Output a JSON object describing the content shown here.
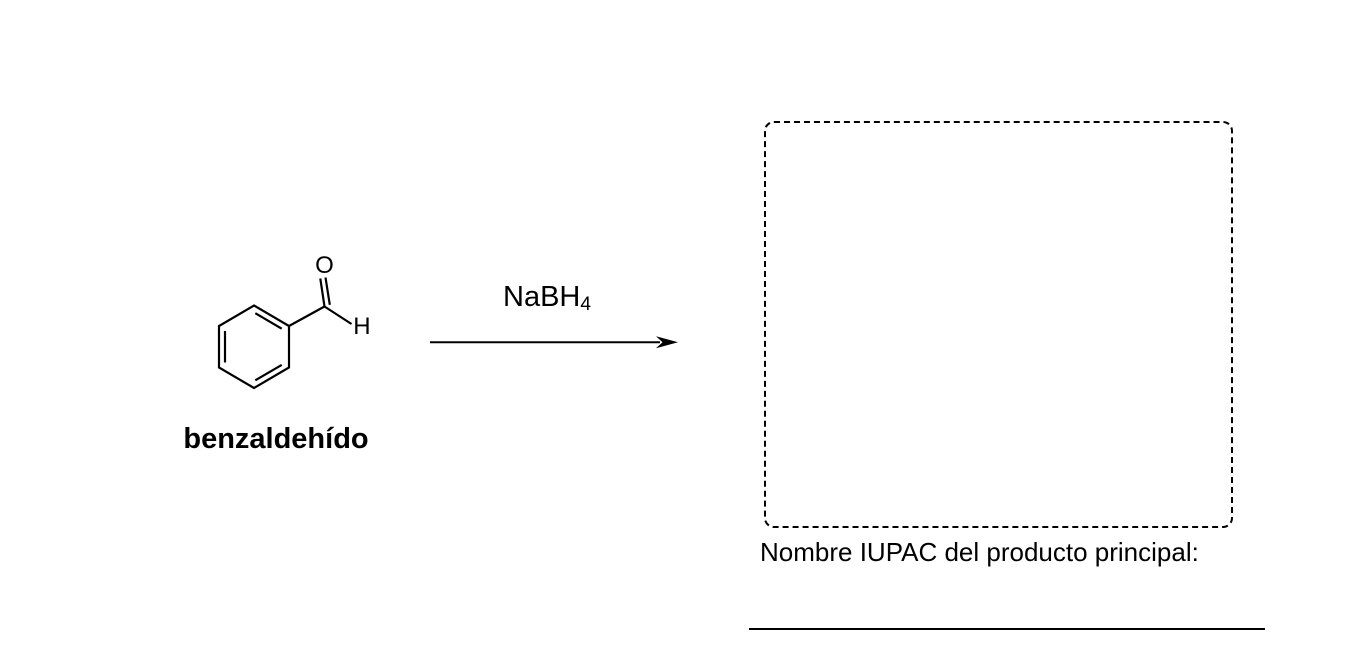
{
  "reaction": {
    "reactant": {
      "name_label": "benzaldehído",
      "atom_labels": {
        "oxygen": "O",
        "hydrogen": "H"
      }
    },
    "reagent": {
      "formula_main": "NaBH",
      "formula_subscript": "4"
    },
    "product_area": {
      "prompt": "Nombre IUPAC del producto principal:"
    }
  },
  "colors": {
    "ink": "#000000",
    "background": "#ffffff"
  }
}
